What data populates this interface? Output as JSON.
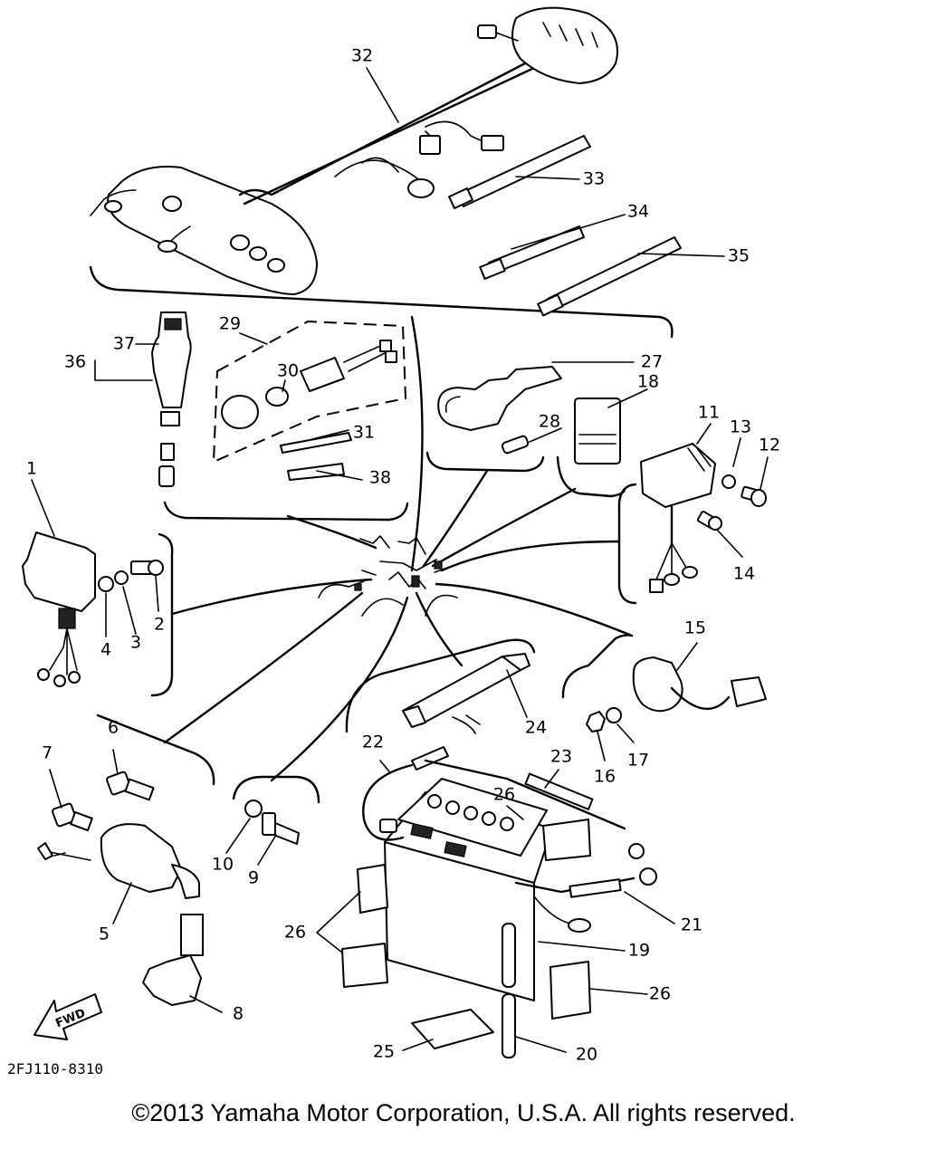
{
  "diagram": {
    "drawing_code": "2FJ110-8310",
    "direction_marker": "FWD",
    "part_labels": [
      "32",
      "33",
      "34",
      "35",
      "29",
      "37",
      "36",
      "30",
      "27",
      "18",
      "31",
      "28",
      "11",
      "13",
      "12",
      "38",
      "1",
      "14",
      "4",
      "3",
      "2",
      "15",
      "6",
      "24",
      "7",
      "16",
      "17",
      "22",
      "23",
      "26",
      "10",
      "9",
      "21",
      "5",
      "26",
      "19",
      "8",
      "26",
      "25",
      "20"
    ]
  },
  "copyright": "©2013 Yamaha Motor Corporation, U.S.A. All rights reserved."
}
